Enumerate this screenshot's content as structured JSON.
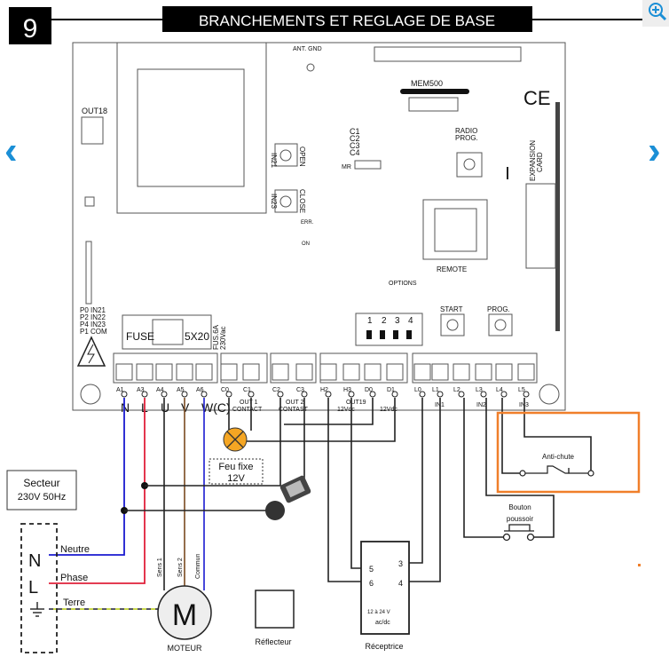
{
  "header": {
    "step_number": "9",
    "title": "BRANCHEMENTS ET REGLAGE DE BASE"
  },
  "navigation": {
    "prev_icon": "chevron-left-icon",
    "next_icon": "chevron-right-icon",
    "zoom_icon": "zoom-in-icon",
    "accent_color": "#1b8fd6"
  },
  "board": {
    "ant_gnd": "ANT.  GND",
    "mem": "MEM500",
    "ce": "CE",
    "out18": "OUT18",
    "in21": "IN21",
    "open": "OPEN",
    "in23": "IN23",
    "close": "CLOSE",
    "err": "ERR.",
    "on": "ON",
    "c_leds": [
      "C1",
      "C2",
      "C3",
      "C4"
    ],
    "mr": "MR",
    "radio_prog": [
      "RADIO",
      "PROG."
    ],
    "expansion_card": [
      "EXPANSION",
      "CARD"
    ],
    "remote": "REMOTE",
    "options": "OPTIONS",
    "jumpers": [
      "P0 IN21",
      "P2 IN22",
      "P4 IN23",
      "P1  COM"
    ],
    "fuse": "FUSE",
    "fuse_size": "5X20",
    "fus_rating": [
      "FUS.6A",
      "230Vac"
    ],
    "dip_labels": [
      "1",
      "2",
      "3",
      "4"
    ],
    "start": "START",
    "prog": "PROG.",
    "terminal_labels": [
      "A1",
      "A3",
      "A4",
      "A5",
      "A6",
      "C0",
      "C1",
      "C2",
      "C3",
      "H2",
      "H3",
      "D0",
      "D1",
      "L0",
      "L1",
      "L2",
      "L3",
      "L4",
      "L5"
    ],
    "motor_terminals": [
      "N",
      "L",
      "U",
      "V",
      "W(C)"
    ],
    "out1": [
      "OUT 1",
      "CONTACT"
    ],
    "out2": [
      "OUT 2",
      "CONTAST"
    ],
    "out19": "OUT19",
    "vdc": [
      "12Vdc",
      "12Vdc"
    ],
    "inputs": [
      "IN1",
      "IN2",
      "IN3"
    ]
  },
  "wiring": {
    "secteur": [
      "Secteur",
      "230V 50Hz"
    ],
    "supply": {
      "n": "N",
      "l": "L"
    },
    "neutre": "Neutre",
    "phase": "Phase",
    "terre": "Terre",
    "feu_fixe": [
      "Feu fixe",
      "12V"
    ],
    "motor_letter": "M",
    "motor_label": "MOTEUR",
    "motor_wires": [
      "Sens 1",
      "Sens 2",
      "Commun"
    ],
    "reflecteur": "Réflecteur",
    "receiver": {
      "pins": [
        "5",
        "6",
        "3",
        "4"
      ],
      "voltage": "12 à 24 V",
      "type": "ac/dc",
      "label": "Réceptrice"
    },
    "bouton": [
      "Bouton",
      "poussoir"
    ],
    "anti_chute": "Anti-chute",
    "highlight_color": "#f07f2a",
    "wire_colors": {
      "neutre": "#1a1ad0",
      "phase": "#e0203a",
      "terre": "#c8d84a",
      "sens2": "#7a4a20"
    }
  }
}
